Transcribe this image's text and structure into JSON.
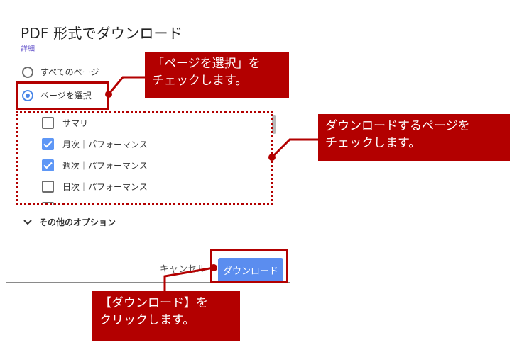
{
  "dialog": {
    "title": "PDF 形式でダウンロード",
    "details_link": "詳細",
    "radio_options": [
      {
        "label": "すべてのページ",
        "selected": false
      },
      {
        "label": "ページを選択",
        "selected": true
      }
    ],
    "pages": [
      {
        "label": "サマリ",
        "checked": false
      },
      {
        "label": "月次｜パフォーマンス",
        "checked": true
      },
      {
        "label": "週次｜パフォーマンス",
        "checked": true
      },
      {
        "label": "日次｜パフォーマンス",
        "checked": false
      }
    ],
    "other_options_label": "その他のオプション",
    "cancel_label": "キャンセル",
    "download_label": "ダウンロード"
  },
  "annotations": {
    "select_pages_callout": "「ページを選択」を\nチェックします。",
    "check_pages_callout": "ダウンロードするページを\nチェックします。",
    "click_download_callout": "【ダウンロード】を\nクリックします。"
  },
  "colors": {
    "accent": "#4a86e8",
    "checkbox_checked": "#5e97f6",
    "download_button": "#5b8def",
    "annotation_red": "#b30000"
  }
}
